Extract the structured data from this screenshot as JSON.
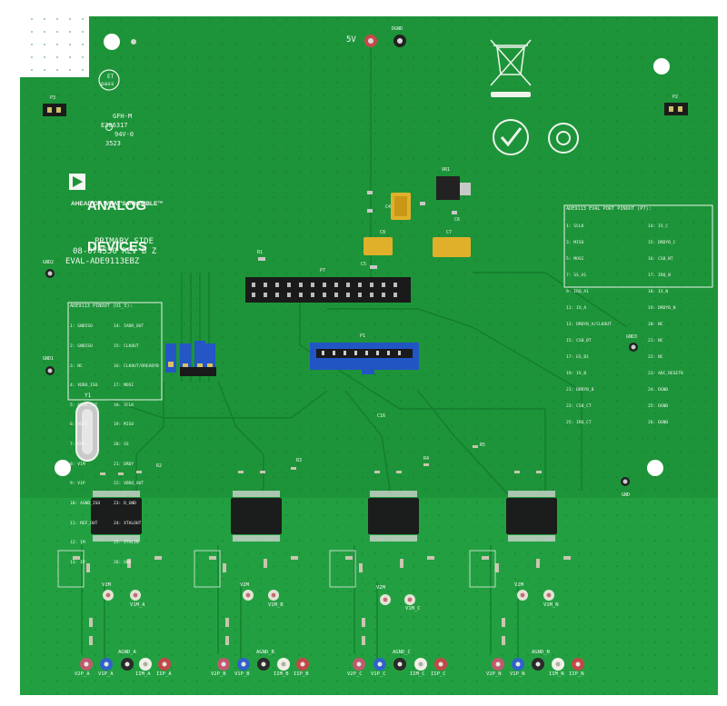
{
  "logo": {
    "line1": "ANALOG",
    "line2": "DEVICES",
    "tagline": "AHEAD OF WHAT'S POSSIBLE™"
  },
  "board_labels": {
    "side": "PRIMARY SIDE",
    "part_number": "08-074550 REV B Z",
    "board_name": "EVAL-ADE9113EBZ",
    "cert1": "GFH-M",
    "cert2": "E306317",
    "cert3": "94V-0",
    "cert4": "3523",
    "et_pass1": "ET",
    "et_pass2": "pass"
  },
  "test_points": {
    "five_v": "5V",
    "dgnd": "DGND",
    "gnd1": "GND1",
    "gnd2": "GND2",
    "gnd3": "GND3",
    "gnd": "GND",
    "p1": "P1",
    "p2": "P2",
    "p3": "P3",
    "p7": "P7",
    "vr1": "VR1"
  },
  "pinout_left": {
    "title": "ADE9113 PINOUT (U1_5):",
    "col1": [
      "1: GNDISO",
      "2: GNDISO",
      "3: NC",
      "4: VDDO_ISO",
      "5: ADDR_OUT",
      "6: VDDO",
      "7: GND",
      "8: V1M",
      "9: V1P",
      "10: AGND_ISO",
      "11: REF_OUT",
      "12: IM",
      "13: IP"
    ],
    "col2": [
      "14: IADR_OUT",
      "15: CLKOUT",
      "16: CLKOUT/DREADYB",
      "17: MOSI",
      "18: SCLK",
      "19: MISO",
      "20: SS",
      "21: DRDY",
      "22: VDDO_OUT",
      "23: D_GND",
      "24: XTALOUT",
      "25: XTALIN",
      "26: GND"
    ]
  },
  "pinout_right": {
    "title": "ADE9113 EVAL PORT PINOUT (P7):",
    "col1": [
      "1: SCLK",
      "3: MISO",
      "5: MOSI",
      "7: SS_A1",
      "9: IRQ_A1",
      "11: IX_A",
      "13: DRDYB_A/CLKOUT",
      "15: CSB_BT",
      "17: ES_B1",
      "19: IX_B",
      "21: DRDYB_B",
      "23: CSB_CT",
      "25: IRQ_CT"
    ],
    "col2": [
      "14: IX_C",
      "15: DRDYB_C",
      "16: CSB_NT",
      "17: IRQ_N",
      "18: IX_N",
      "19: DRDYB_N",
      "20: NC",
      "21: NC",
      "22: NC",
      "23: ADC_RESETB",
      "24: DGND",
      "25: DGND",
      "26: DGND"
    ]
  },
  "channels": [
    {
      "v2p": "V2P_A",
      "v1p": "V1P_A",
      "agnd": "AGND_A",
      "iim": "IIM_A",
      "iip": "IIP_A",
      "v1m": "V1M_A",
      "v2m": "V2M"
    },
    {
      "v2p": "V2P_B",
      "v1p": "V1P_B",
      "agnd": "AGND_B",
      "iim": "IIM_B",
      "iip": "IIP_B",
      "v1m": "V1M_B",
      "v2m": "V2M"
    },
    {
      "v2p": "V2P_C",
      "v1p": "V1P_C",
      "agnd": "AGND_C",
      "iim": "IIM_C",
      "iip": "IIP_C",
      "v1m": "V1M_C",
      "v2m": "V2M"
    },
    {
      "v2p": "V2P_N",
      "v1p": "V1P_N",
      "agnd": "AGND_N",
      "iim": "IIM_N",
      "iip": "IIP_N",
      "v1m": "V1M_N",
      "v2m": "V2M"
    }
  ],
  "refdes": {
    "y1": "Y1",
    "c7": "C7",
    "c8": "C8",
    "c4": "C4",
    "c6": "C6",
    "c5": "C5",
    "c16": "C16",
    "r1": "R1",
    "r2": "R2",
    "r3": "R3",
    "r4": "R4",
    "r5": "R5"
  },
  "colors": {
    "pcb": "#1f9a3c",
    "pcb_dark": "#178230",
    "analog_region": "#22a142",
    "silkscreen": "#f3f7f2",
    "jumper_blue": "#2457c8",
    "header_black": "#1a1a1a"
  }
}
